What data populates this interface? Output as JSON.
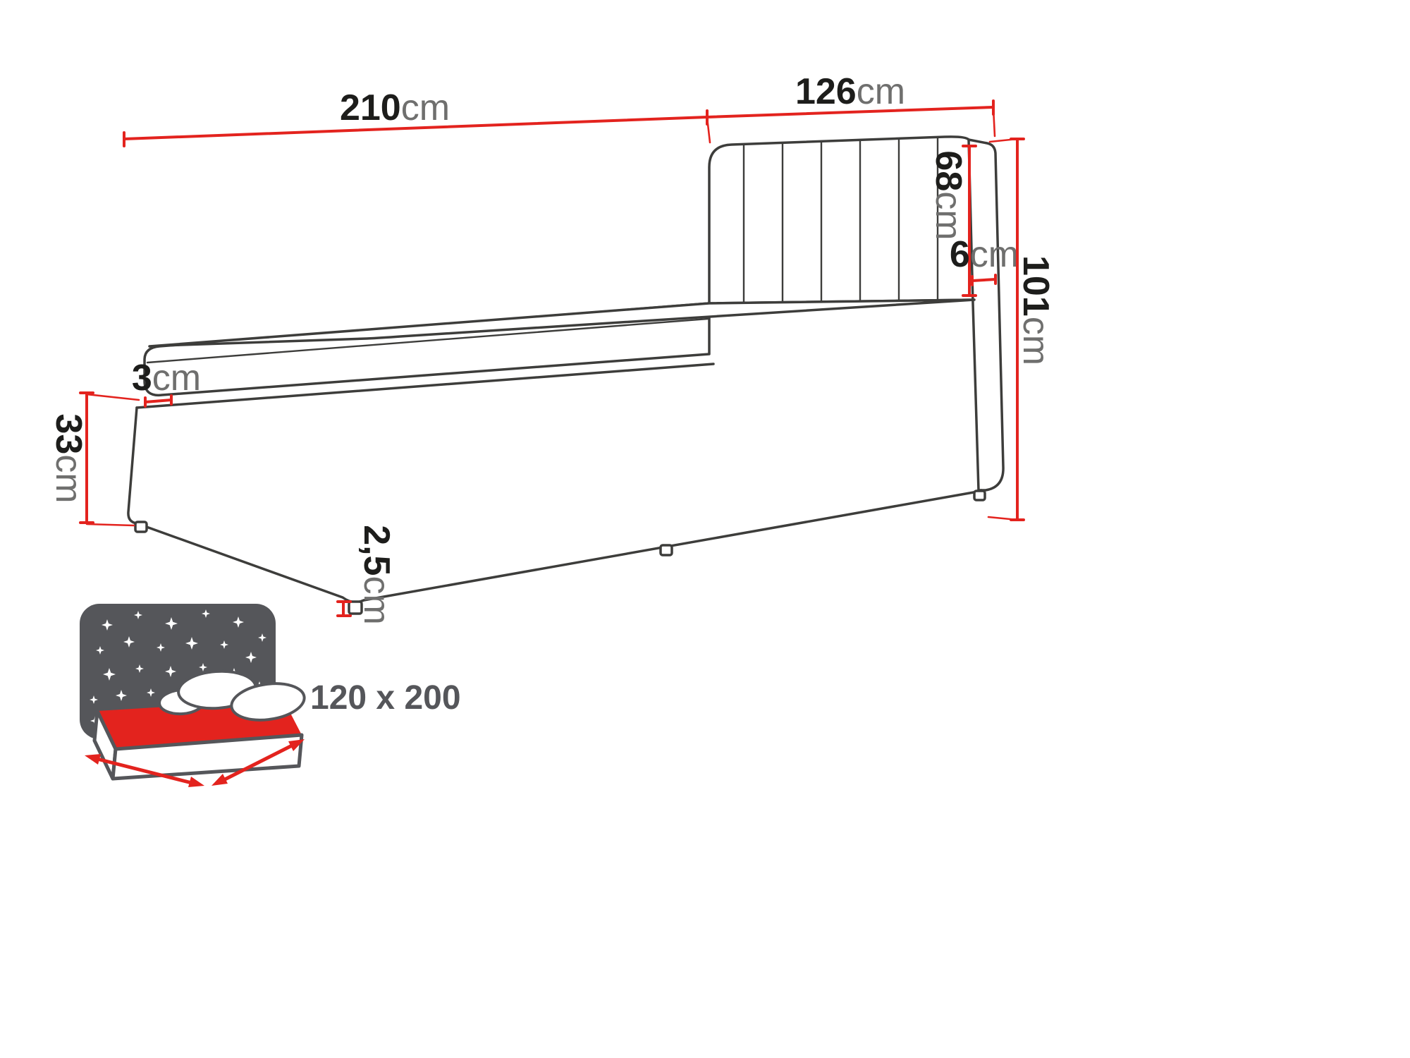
{
  "page": {
    "background": "#ffffff"
  },
  "diagram": {
    "name": "bed-dimensions-diagram",
    "dimensions": {
      "length": {
        "value": "210",
        "unit": "cm"
      },
      "headboard_width": {
        "value": "126",
        "unit": "cm"
      },
      "headboard_height": {
        "value": "68",
        "unit": "cm"
      },
      "headboard_depth": {
        "value": "6",
        "unit": "cm"
      },
      "total_height": {
        "value": "101",
        "unit": "cm"
      },
      "base_height": {
        "value": "33",
        "unit": "cm"
      },
      "mattress_step": {
        "value": "3",
        "unit": "cm"
      },
      "leg_height": {
        "value": "2,5",
        "unit": "cm"
      }
    },
    "mattress_size_label": "120 x 200",
    "colors": {
      "outline": "#3d3d3b",
      "dimension_red": "#e3231e",
      "icon_gray": "#55565a"
    }
  }
}
